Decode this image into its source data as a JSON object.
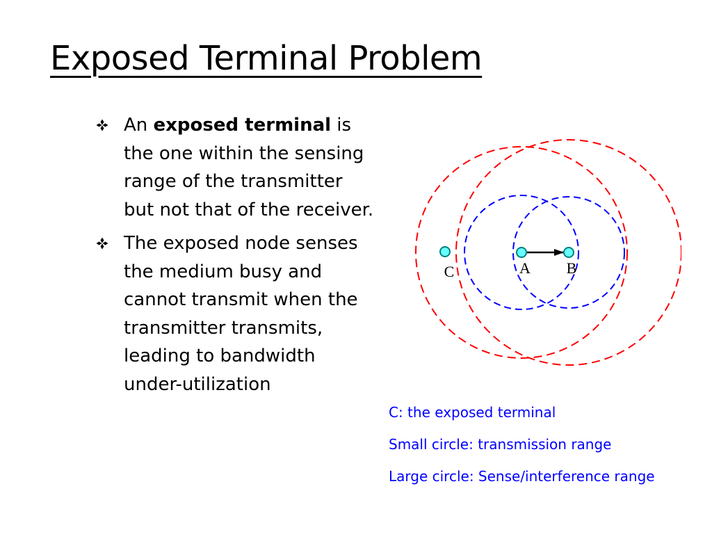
{
  "slide": {
    "title": "Exposed Terminal Problem"
  },
  "bullets": [
    {
      "prefix": "An ",
      "bold": "exposed terminal",
      "rest": " is the one within the sensing range of the transmitter but not that of the receiver."
    },
    {
      "text": "The exposed node senses the medium busy and cannot transmit when the transmitter transmits, leading to bandwidth under-utilization"
    }
  ],
  "diagram": {
    "node_labels": {
      "c": "C",
      "a": "A",
      "b": "B"
    },
    "colors": {
      "sense_range": "#ff0000",
      "transmission_range": "#0000ff",
      "node_fill": "#66ffff",
      "node_stroke": "#008080"
    }
  },
  "legend": {
    "line1": "C: the exposed terminal",
    "line2": "Small circle: transmission range",
    "line3": "Large circle: Sense/interference range"
  },
  "icons": {
    "bullet": "four-diamond-bullet-icon"
  }
}
